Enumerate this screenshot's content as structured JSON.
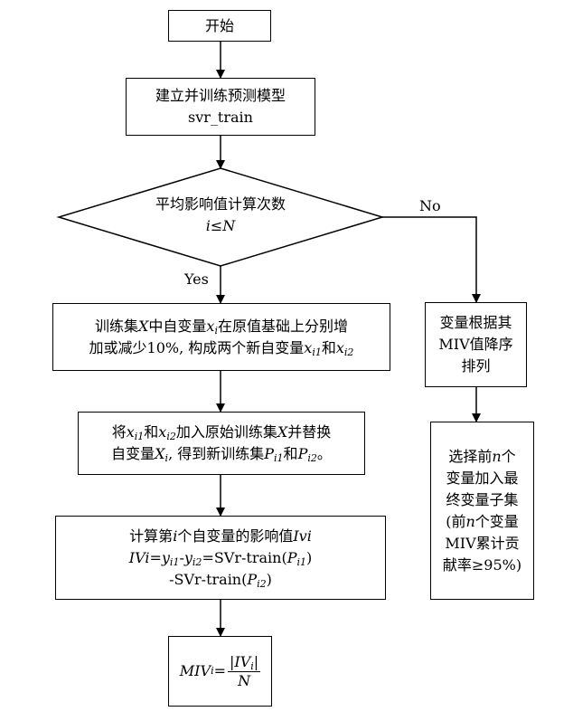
{
  "nodes": {
    "start": {
      "label": "开始"
    },
    "build_model": {
      "line1": "建立并训练预测模型",
      "line2": "svr_train"
    },
    "decision": {
      "line1": "平均影响值计算次数",
      "var_i": "i",
      "op": "≤",
      "var_N": "N"
    },
    "perturb": {
      "l1_a": "训练集",
      "l1_X": "X",
      "l1_b": "中自变量",
      "l1_x": "x",
      "l1_sub_i": "i",
      "l1_c": "在原值基础上分别增",
      "l2_a": "加或减少10%, 构成两个新自变量",
      "l2_x1": "x",
      "l2_sub1": "i1",
      "l2_and": "和",
      "l2_x2": "x",
      "l2_sub2": "i2"
    },
    "replace": {
      "l1_a": "将",
      "l1_x1": "x",
      "l1_sub1": "i1",
      "l1_and": "和",
      "l1_x2": "x",
      "l1_sub2": "i2",
      "l1_b": "加入原始训练集",
      "l1_X": "X",
      "l1_c": "并替换",
      "l2_a": "自变量",
      "l2_X": "X",
      "l2_sub": "i",
      "l2_b": ", 得到新训练集",
      "l2_P1": "P",
      "l2_sub1": "i1",
      "l2_and": "和",
      "l2_P2": "P",
      "l2_sub2": "i2",
      "l2_c": "。"
    },
    "compute": {
      "l1_a": "计算第",
      "l1_i": "i",
      "l1_b": "个自变量的影响值",
      "l1_Ivi": "Ivi",
      "l2_IVi": "IVi",
      "l2_eq": "=",
      "l2_y1": "y",
      "l2_sub1": "i1",
      "l2_minus": "-",
      "l2_y2": "y",
      "l2_sub2": "i2",
      "l2_rest_a": "=SVr-train(",
      "l2_P": "P",
      "l2_subP": "i1",
      "l2_rest_b": ")",
      "l3_a": "-SVr-train(",
      "l3_P": "P",
      "l3_sub": "i2",
      "l3_b": ")"
    },
    "miv": {
      "lhs": "MIV",
      "lhs_sub": "i",
      "eq": "=",
      "num_bar_l": "|",
      "num": "IV",
      "num_sub": "i",
      "num_bar_r": "|",
      "den": "N"
    },
    "sort": {
      "line1": "变量根据其",
      "line2": "MIV值降序",
      "line3": "排列"
    },
    "select": {
      "l1_a": "选择前",
      "l1_n": "n",
      "l1_b": "个",
      "l2": "变量加入最",
      "l3": "终变量子集",
      "l4_a": "(前",
      "l4_n": "n",
      "l4_b": "个变量",
      "l5": "MIV累计贡",
      "l6": "献率≥95%)"
    }
  },
  "edges": {
    "yes_label": "Yes",
    "no_label": "No"
  }
}
